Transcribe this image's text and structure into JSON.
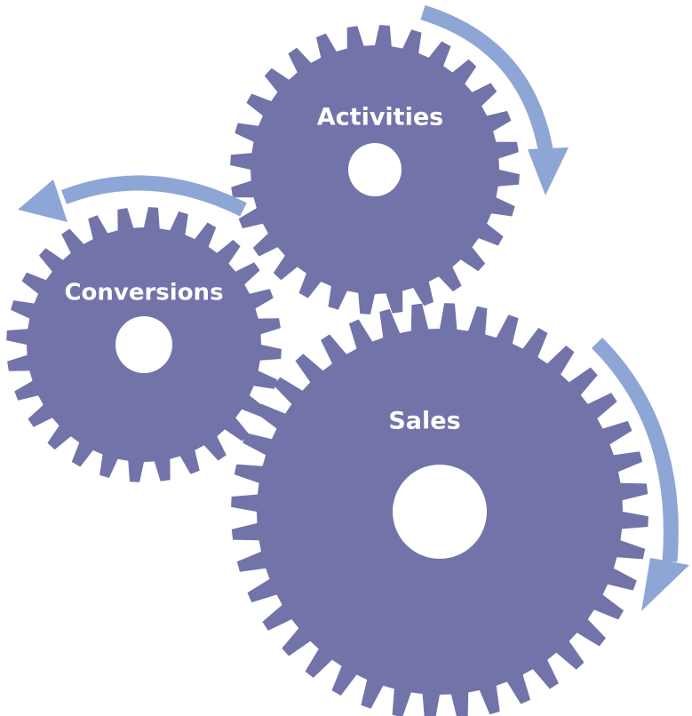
{
  "colors": {
    "gear": "#7273a9",
    "arrow": "#8ea6d6",
    "hole": "#ffffff",
    "label": "#ffffff"
  },
  "gears": [
    {
      "id": "activities",
      "label": "Activities"
    },
    {
      "id": "conversions",
      "label": "Conversions"
    },
    {
      "id": "sales",
      "label": "Sales"
    }
  ]
}
